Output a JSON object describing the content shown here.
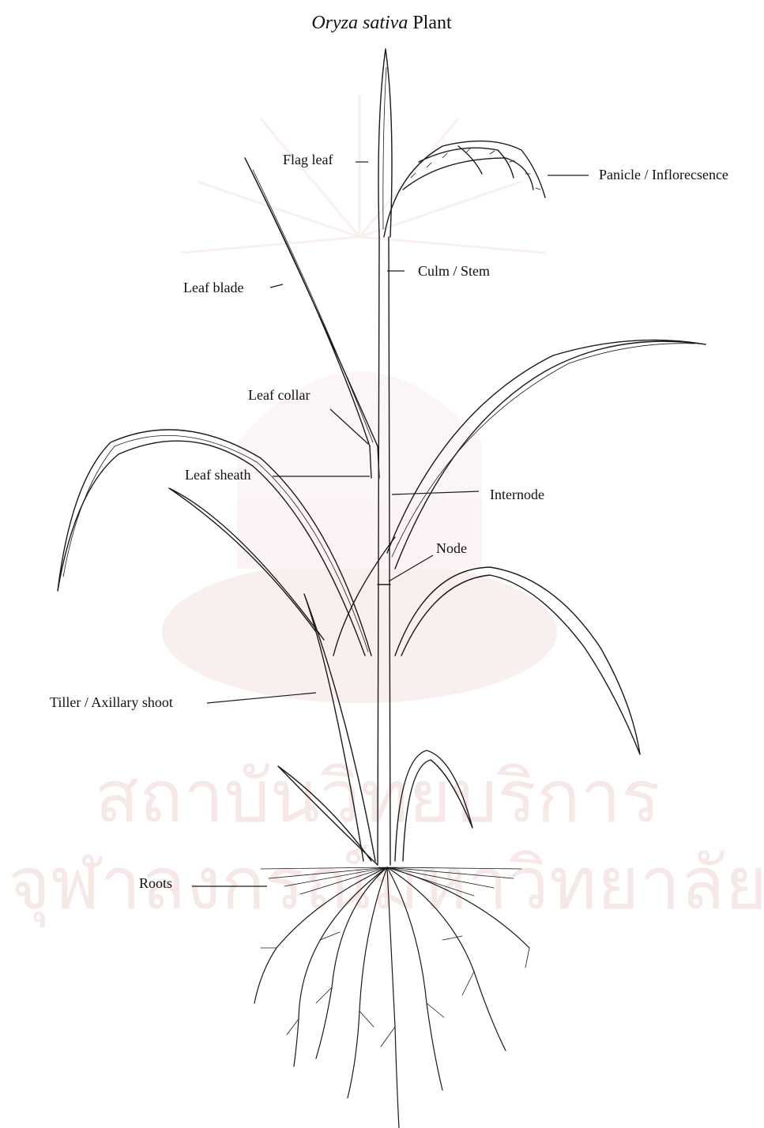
{
  "title": {
    "italic": "Oryza sativa",
    "plain": " Plant"
  },
  "labels": [
    {
      "id": "flag-leaf",
      "text": "Flag leaf"
    },
    {
      "id": "panicle",
      "text": "Panicle / Inflorecsence"
    },
    {
      "id": "culm",
      "text": "Culm / Stem"
    },
    {
      "id": "leaf-blade",
      "text": "Leaf blade"
    },
    {
      "id": "leaf-collar",
      "text": "Leaf collar"
    },
    {
      "id": "leaf-sheath",
      "text": "Leaf sheath"
    },
    {
      "id": "internode",
      "text": "Internode"
    },
    {
      "id": "node",
      "text": "Node"
    },
    {
      "id": "tiller",
      "text": "Tiller / Axillary shoot"
    },
    {
      "id": "roots",
      "text": "Roots"
    }
  ],
  "watermark": {
    "line1": "สถาบันวิทยบริการ",
    "line2": "จุฬาลงกรณ์มหาวิทยาลัย",
    "color": "#f1d7d7"
  }
}
